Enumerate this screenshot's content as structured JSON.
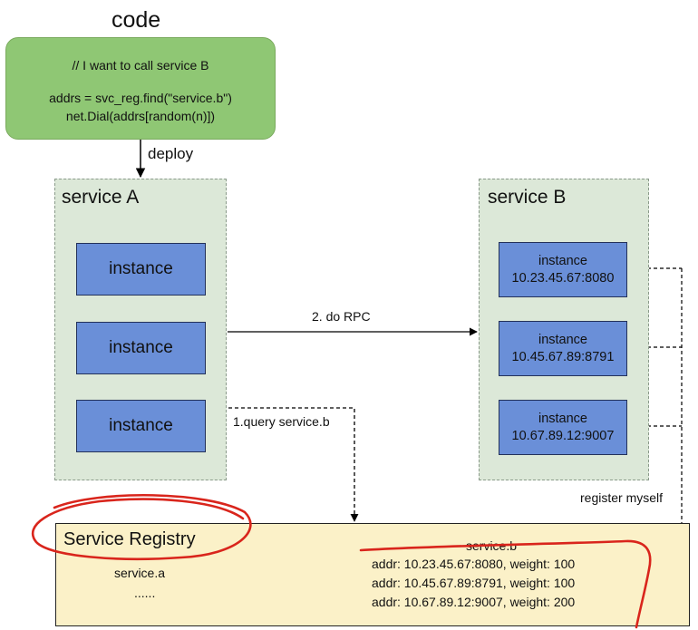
{
  "code": {
    "title": "code",
    "line1": "// I want to call service B",
    "line2": "addrs = svc_reg.find(\"service.b\")",
    "line3": "net.Dial(addrs[random(n)])",
    "deploy_label": "deploy"
  },
  "service_a": {
    "title": "service A",
    "instances": [
      "instance",
      "instance",
      "instance"
    ]
  },
  "service_b": {
    "title": "service B",
    "instances": [
      {
        "label": "instance",
        "addr": "10.23.45.67:8080"
      },
      {
        "label": "instance",
        "addr": "10.45.67.89:8791"
      },
      {
        "label": "instance",
        "addr": "10.67.89.12:9007"
      }
    ]
  },
  "arrows": {
    "rpc": "2. do RPC",
    "query": "1.query service.b",
    "register": "register myself"
  },
  "registry": {
    "title": "Service Registry",
    "left": [
      "service.a",
      "......"
    ],
    "key": "service.b",
    "entries": [
      "addr: 10.23.45.67:8080, weight: 100",
      "addr: 10.45.67.89:8791, weight: 100",
      "addr: 10.67.89.12:9007, weight: 200"
    ]
  },
  "colors": {
    "code_box": "#8fc774",
    "service_bg": "#dce8d8",
    "instance": "#6a8fd8",
    "registry_bg": "#fbf1c8",
    "annotation": "#d9251c"
  }
}
